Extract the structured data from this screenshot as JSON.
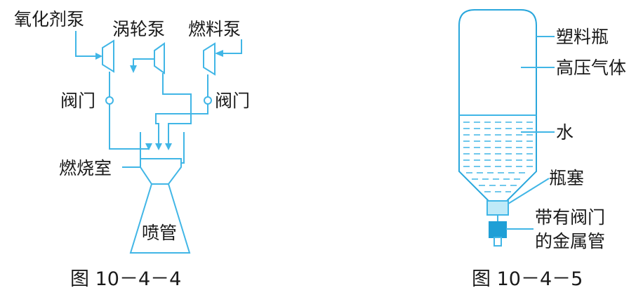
{
  "figure_left": {
    "caption": "图 10－4－4",
    "labels": {
      "oxidizer_pump": "氧化剂泵",
      "turbo_pump": "涡轮泵",
      "fuel_pump": "燃料泵",
      "valve_left": "阀门",
      "valve_right": "阀门",
      "combustion_chamber": "燃烧室",
      "nozzle": "喷管"
    }
  },
  "figure_right": {
    "caption": "图 10－4－5",
    "labels": {
      "plastic_bottle": "塑料瓶",
      "high_pressure_gas": "高压气体",
      "water": "水",
      "stopper": "瓶塞",
      "valve_tube_line1": "带有阀门",
      "valve_tube_line2": "的金属管"
    }
  },
  "colors": {
    "line": "#41b6e6",
    "stopper_fill": "#bfeaf8",
    "valve_fill": "#1f9fd6",
    "text": "#1a1a1a"
  }
}
